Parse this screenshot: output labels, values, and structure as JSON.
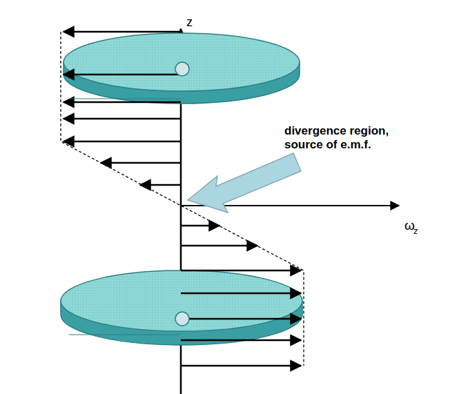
{
  "diagram": {
    "labels": [
      "z",
      "ω",
      "z",
      "divergence region, source of e.m.f."
    ]
  }
}
